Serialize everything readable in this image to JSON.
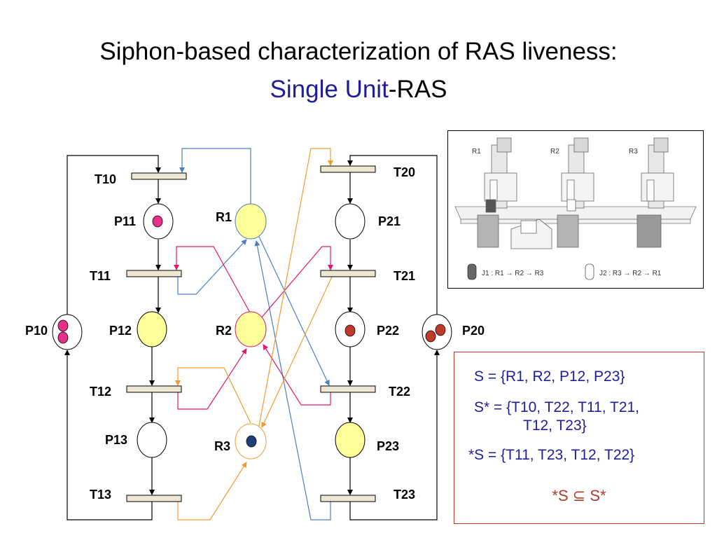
{
  "title": {
    "line1": "Siphon-based characterization of RAS liveness:",
    "line2_blue": "Single Unit",
    "line2_rest": "-RAS"
  },
  "petri_net": {
    "transitions": [
      "T10",
      "T11",
      "T12",
      "T13",
      "T20",
      "T21",
      "T22",
      "T23"
    ],
    "places": [
      "P10",
      "P11",
      "P12",
      "P13",
      "P20",
      "P21",
      "P22",
      "P23"
    ],
    "resources": [
      "R1",
      "R2",
      "R3"
    ],
    "colors": {
      "siphon_fill": "#ffff99",
      "token_magenta": "#e6308a",
      "token_red": "#c0392b",
      "token_blue": "#1f3f7a",
      "arc_blue": "#4a7fc1",
      "arc_magenta": "#e0186e",
      "arc_orange": "#f39c2e"
    }
  },
  "workcells": {
    "labels": [
      "R1",
      "R2",
      "R3"
    ],
    "legend_j1": "J1 : R1 → R2 → R3",
    "legend_j2": "J2 : R3 → R2 → R1"
  },
  "sets": {
    "s": "S = {R1, R2, P12, P23}",
    "s_star_line1": "S* = {T10, T22, T11, T21,",
    "s_star_line2": "T12, T23}",
    "star_s": "*S = {T11, T23, T12, T22}",
    "subset_relation": "*S ⊆ S*"
  }
}
